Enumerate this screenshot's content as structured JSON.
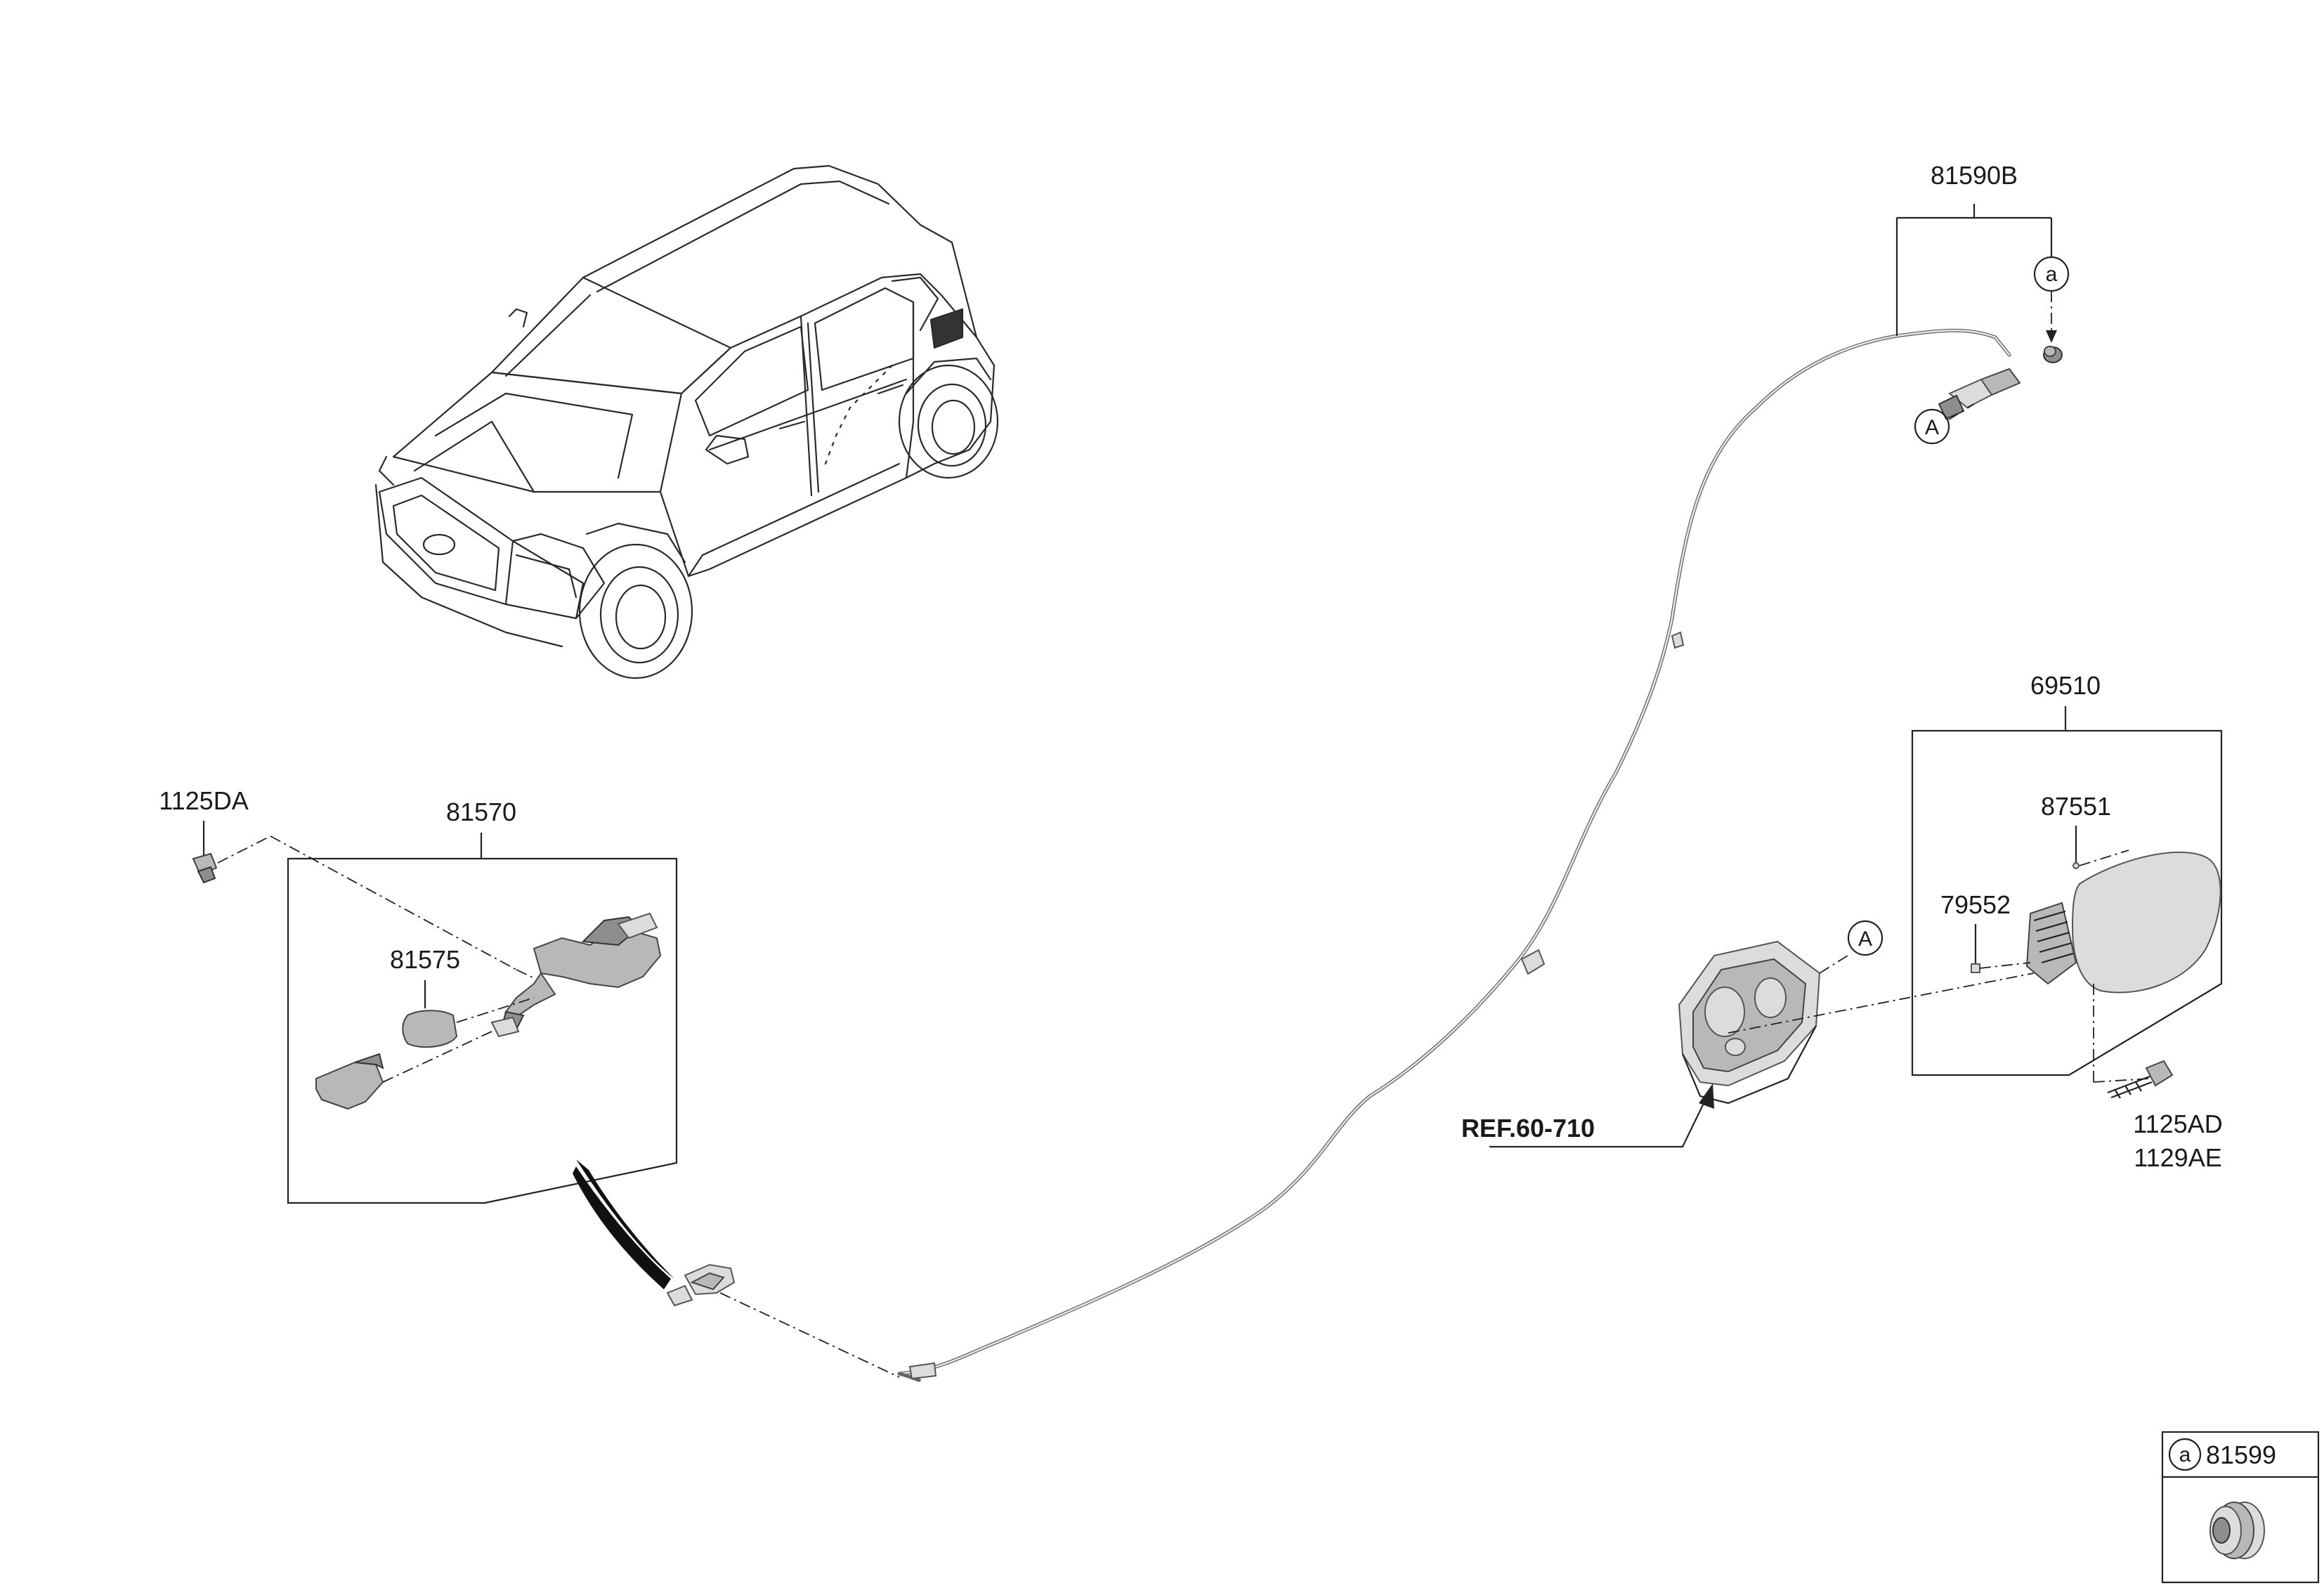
{
  "labels": {
    "p81590B": "81590B",
    "p69510": "69510",
    "p87551": "87551",
    "p79552": "79552",
    "p1125DA": "1125DA",
    "p81570": "81570",
    "p81575": "81575",
    "p1125AD": "1125AD",
    "p1129AE": "1129AE",
    "ref": "REF.60-710",
    "legend_part": "81599"
  },
  "callouts": {
    "a_upper": "a",
    "A_upper": "A",
    "A_mid": "A",
    "a_legend": "a"
  },
  "icons": [
    "car-illustration",
    "fuel-door-cable",
    "fuel-filler-door",
    "fuel-door-housing",
    "release-lever-assembly",
    "grommet"
  ]
}
